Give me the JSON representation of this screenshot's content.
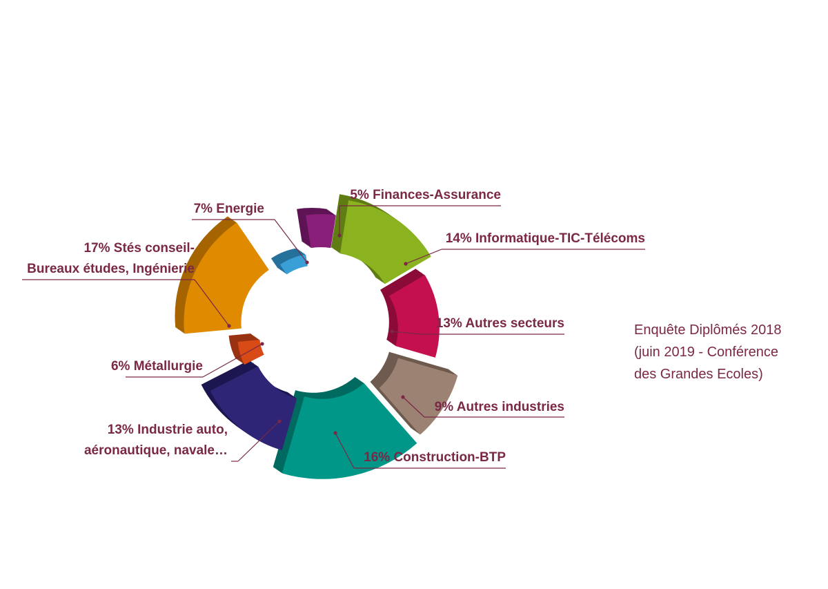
{
  "chart_data": {
    "type": "pie",
    "variant": "exploded-3d-donut",
    "title": "",
    "slices": [
      {
        "category": "Finances-Assurance",
        "value": 5,
        "label": "5% Finances-Assurance",
        "color": "#8a1f7a",
        "side_color": "#5e1454"
      },
      {
        "category": "Informatique-TIC-Télécoms",
        "value": 14,
        "label": "14% Informatique-TIC-Télécoms",
        "color": "#8ab31f",
        "side_color": "#5f7d12"
      },
      {
        "category": "Autres secteurs",
        "value": 13,
        "label": "13% Autres secteurs",
        "color": "#c5104f",
        "side_color": "#8b0b38"
      },
      {
        "category": "Autres industries",
        "value": 9,
        "label": "9% Autres industries",
        "color": "#9c8272",
        "side_color": "#6e5a4e"
      },
      {
        "category": "Construction-BTP",
        "value": 16,
        "label": "16% Construction-BTP",
        "color": "#009688",
        "side_color": "#006a60"
      },
      {
        "category": "Industrie auto, aéronautique, navale…",
        "value": 13,
        "label_lines": [
          "13% Industrie auto,",
          "aéronautique, navale…"
        ],
        "color": "#2e2577",
        "side_color": "#1d1750"
      },
      {
        "category": "Métallurgie",
        "value": 6,
        "label": "6% Métallurgie",
        "color": "#d84a16",
        "side_color": "#983210"
      },
      {
        "category": "Stés conseil-Bureaux études, Ingénierie",
        "value": 17,
        "label_lines": [
          "17% Stés conseil-",
          "Bureaux études, Ingénierie"
        ],
        "color": "#e08a00",
        "side_color": "#a56400"
      },
      {
        "category": "Energie",
        "value": 7,
        "label": "7% Energie",
        "color": "#3a9fd6",
        "side_color": "#26719b"
      }
    ]
  },
  "source": {
    "lines": [
      "Enquête Diplômés 2018",
      "(juin 2019 - Conférence",
      "des Grandes Ecoles)"
    ]
  },
  "colors": {
    "label_text": "#7a2845",
    "leader_line": "#7a2845"
  }
}
